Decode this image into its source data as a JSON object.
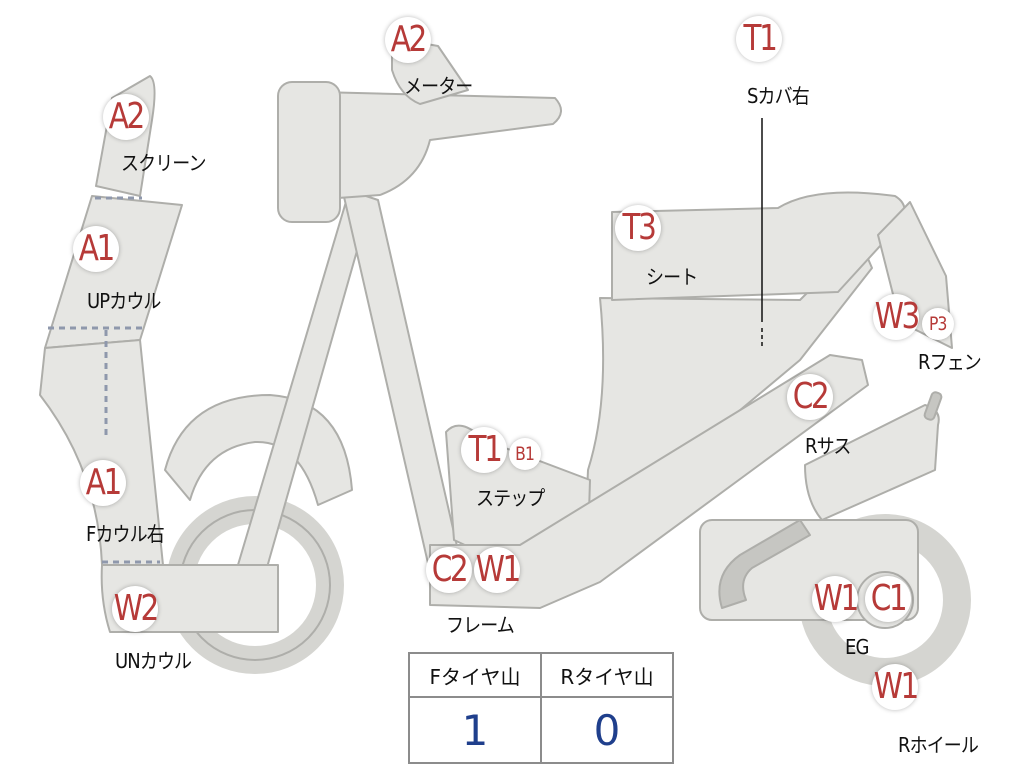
{
  "parts": [
    {
      "id": "screen",
      "label": "スクリーン",
      "codes": [
        "A2"
      ]
    },
    {
      "id": "meter",
      "label": "メーター",
      "codes": [
        "A2"
      ]
    },
    {
      "id": "s-cover-right",
      "label": "Sカバ右",
      "codes": [
        "T1"
      ]
    },
    {
      "id": "up-cowl",
      "label": "UPカウル",
      "codes": [
        "A1"
      ]
    },
    {
      "id": "seat",
      "label": "シート",
      "codes": [
        "T3"
      ]
    },
    {
      "id": "r-fender",
      "label": "Rフェン",
      "codes": [
        "W3",
        "P3"
      ]
    },
    {
      "id": "step",
      "label": "ステップ",
      "codes": [
        "T1",
        "B1"
      ]
    },
    {
      "id": "r-suspension",
      "label": "Rサス",
      "codes": [
        "C2"
      ]
    },
    {
      "id": "f-cowl-right",
      "label": "Fカウル右",
      "codes": [
        "A1"
      ]
    },
    {
      "id": "frame",
      "label": "フレーム",
      "codes": [
        "C2",
        "W1"
      ]
    },
    {
      "id": "engine",
      "label": "EG",
      "codes": [
        "W1",
        "C1"
      ]
    },
    {
      "id": "un-cowl",
      "label": "UNカウル",
      "codes": [
        "W2"
      ]
    },
    {
      "id": "r-wheel",
      "label": "Rホイール",
      "codes": [
        "W1"
      ]
    }
  ],
  "tire_table": {
    "headers": [
      "Fタイヤ山",
      "Rタイヤ山"
    ],
    "values": [
      "1",
      "0"
    ]
  },
  "colors": {
    "code": "#b63a38",
    "body_fill": "#e6e6e3",
    "outline": "#aeaeaa",
    "value": "#1f3f8c"
  }
}
